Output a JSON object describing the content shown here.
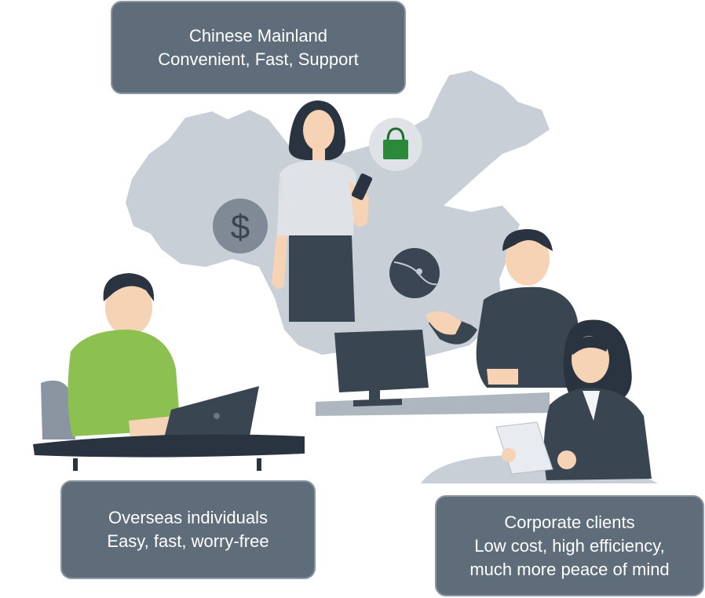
{
  "callouts": {
    "mainland": {
      "line1": "Chinese Mainland",
      "line2": "Convenient, Fast, Support"
    },
    "overseas": {
      "line1": "Overseas individuals",
      "line2": "Easy, fast, worry-free"
    },
    "corporate": {
      "line1": "Corporate clients",
      "line2": "Low cost, high efficiency,",
      "line3": "much more peace of mind"
    }
  },
  "icons": {
    "currency": "dollar-coin-icon",
    "shopping": "shopping-bag-icon",
    "logistics": "route-globe-icon"
  },
  "colors": {
    "callout_bg": "#5f6d7b",
    "map": "#c9cfd6",
    "shopping_bag": "#2a8a3a",
    "green_sweater": "#8cc152",
    "dark_navy": "#2f3947"
  }
}
